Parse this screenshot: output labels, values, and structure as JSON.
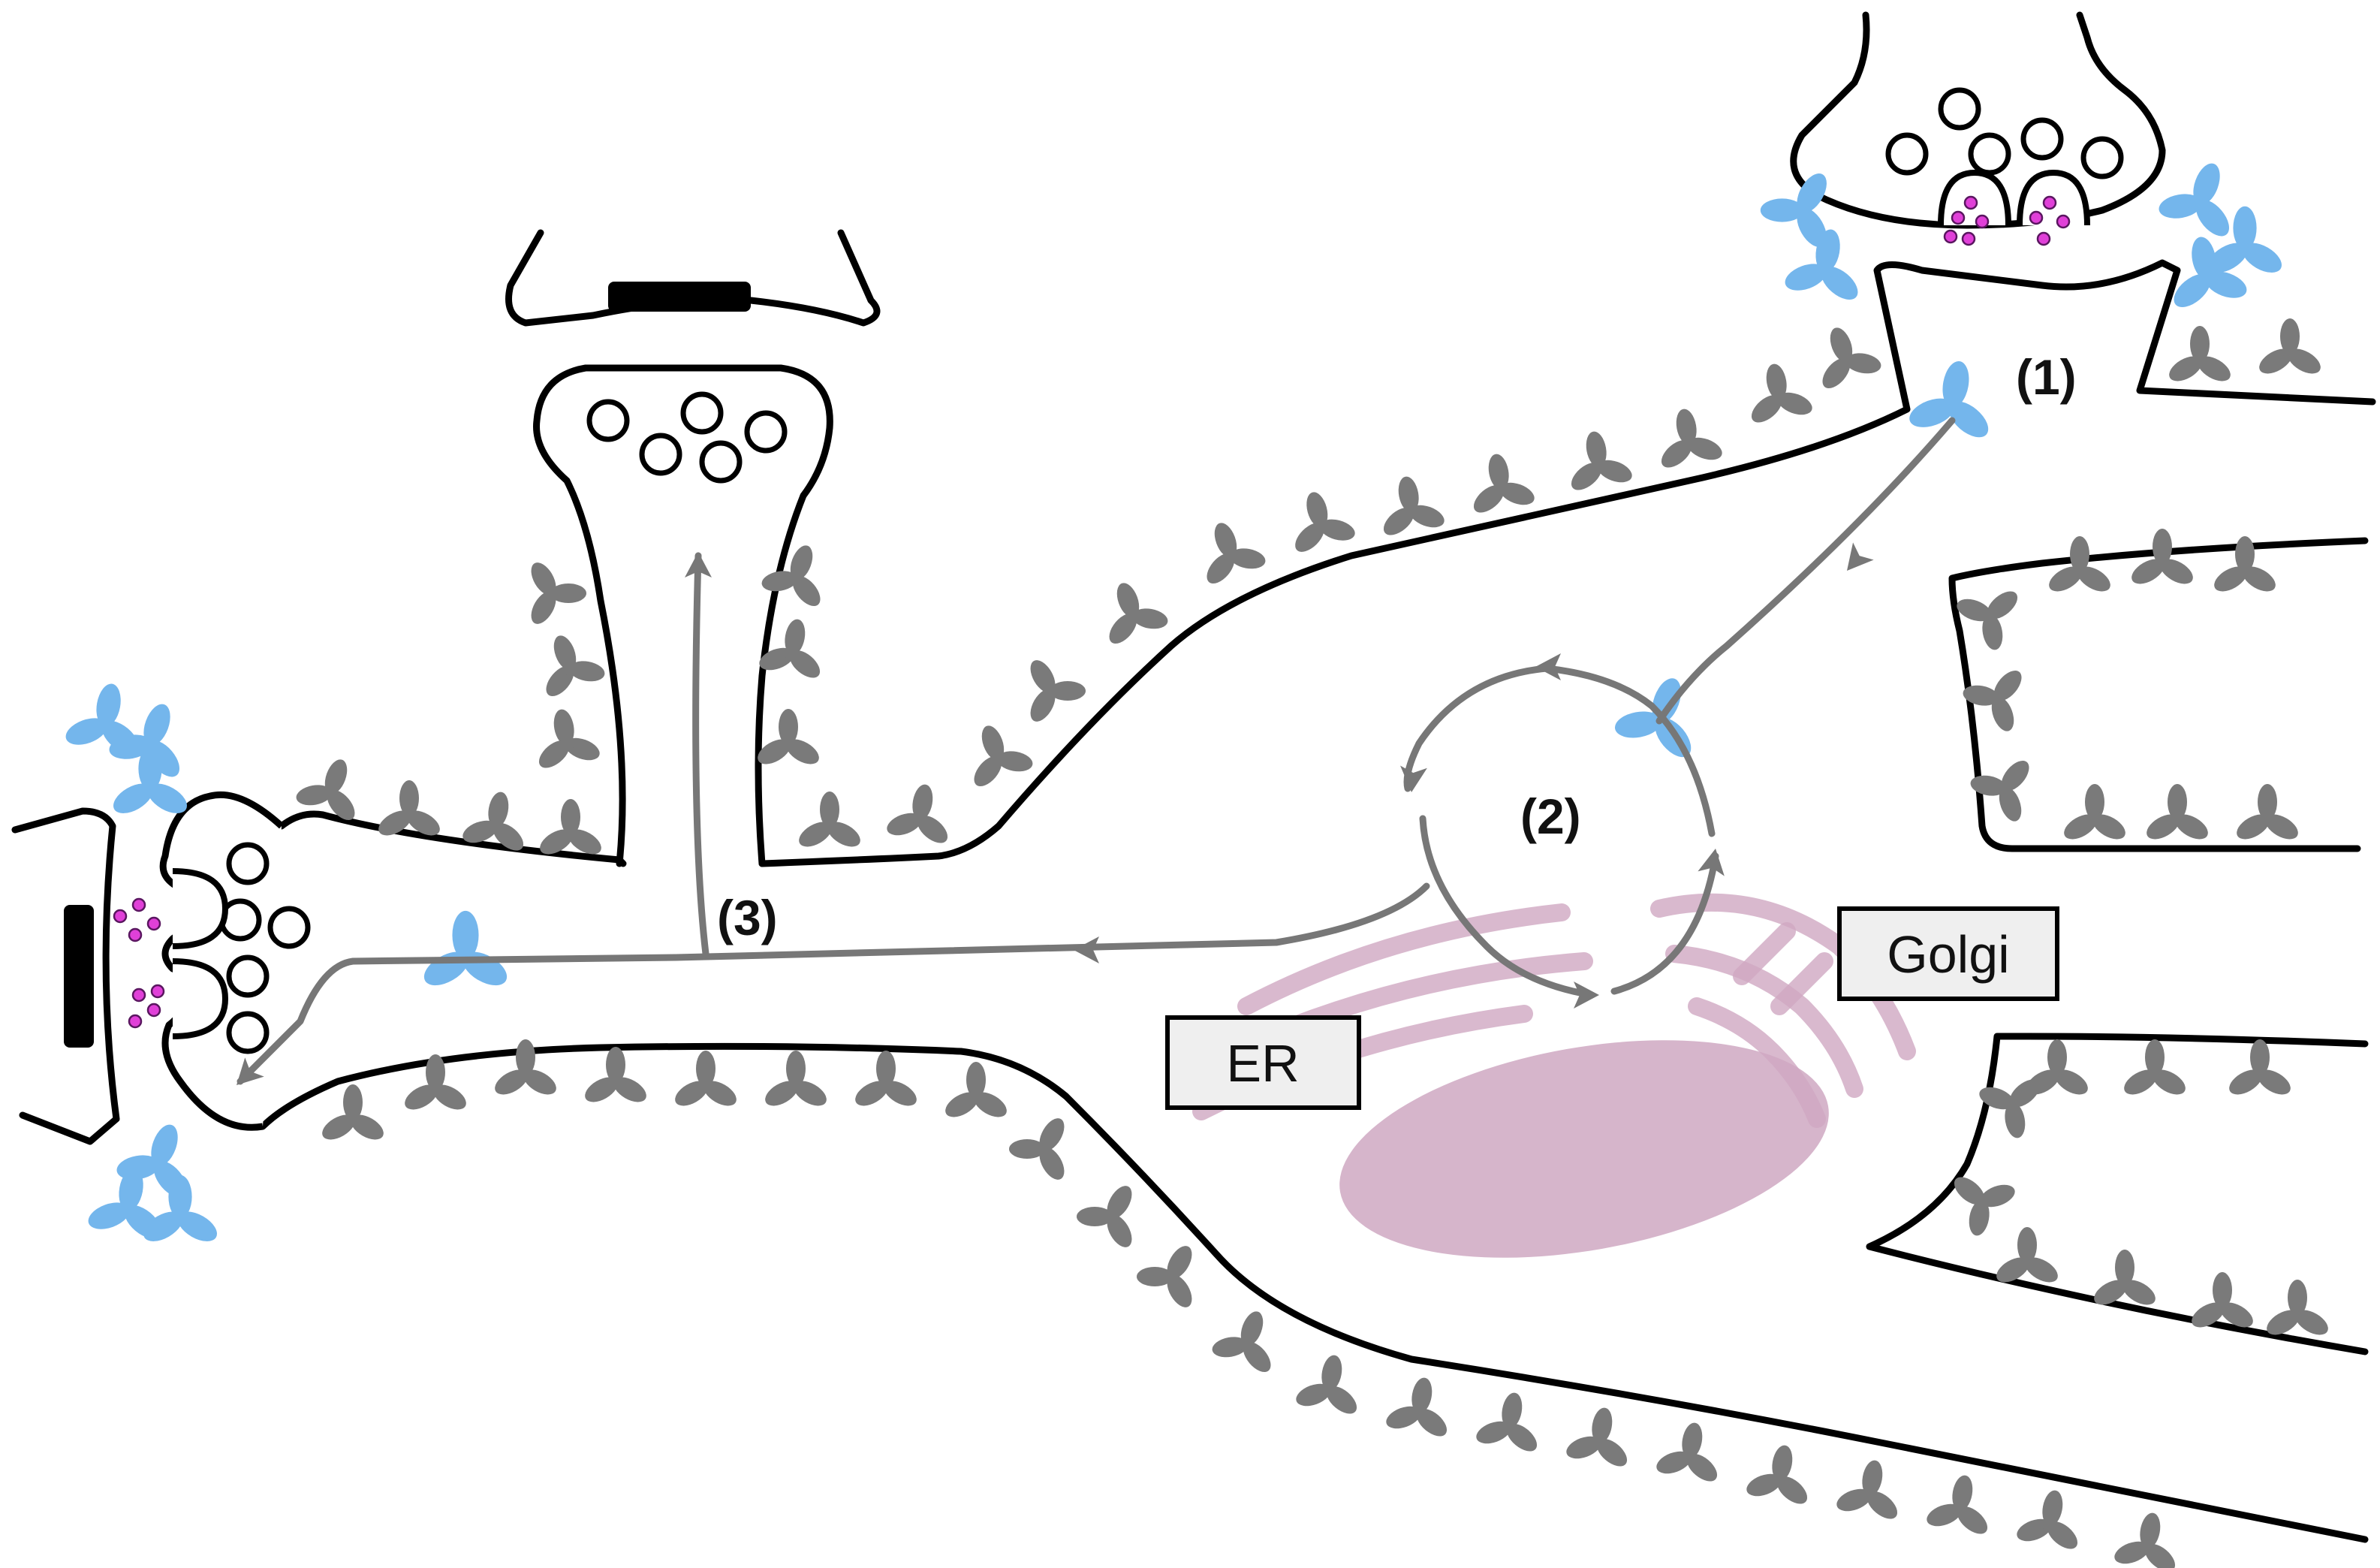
{
  "labels": {
    "step1": "(1)",
    "step2": "(2)",
    "step3": "(3)",
    "er": "ER",
    "golgi": "Golgi"
  },
  "colors": {
    "membrane_outline": "#000000",
    "receptor_gray": "#7a7a7a",
    "receptor_blue": "#74b6ec",
    "pathway_arrow": "#777777",
    "organelle": "#cfa8c2",
    "neurotransmitter": "#e040d8",
    "label_box_fill": "#efefef"
  },
  "icons": {
    "receptor": "tri-lobed-receptor-icon",
    "arrow": "arrowhead-icon",
    "vesicle": "vesicle-circle-icon"
  }
}
